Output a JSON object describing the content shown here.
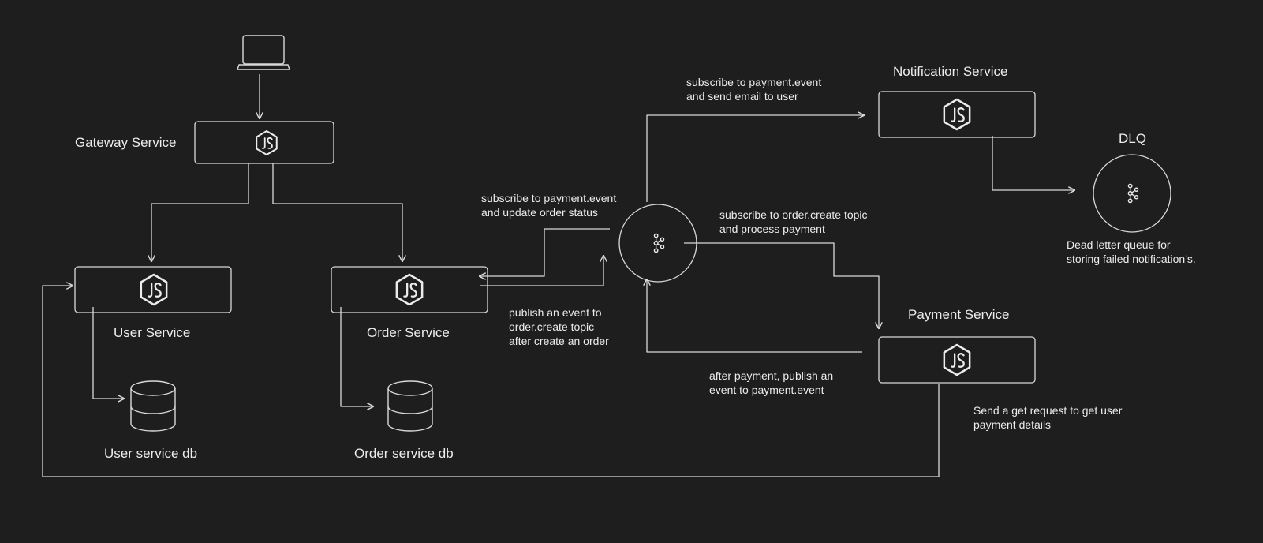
{
  "colors": {
    "background": "#1e1e1e",
    "stroke": "#d9d9d9",
    "text": "#ececec"
  },
  "nodes": {
    "gateway": {
      "label": "Gateway Service",
      "icon": "nodejs-icon"
    },
    "user": {
      "label": "User Service",
      "icon": "nodejs-icon"
    },
    "order": {
      "label": "Order Service",
      "icon": "nodejs-icon"
    },
    "notification": {
      "label": "Notification Service",
      "icon": "nodejs-icon"
    },
    "payment": {
      "label": "Payment Service",
      "icon": "nodejs-icon"
    },
    "kafka": {
      "icon": "kafka-icon"
    },
    "dlq": {
      "label": "DLQ",
      "icon": "kafka-icon"
    },
    "user_db": {
      "label": "User service db",
      "icon": "database-icon"
    },
    "order_db": {
      "label": "Order service db",
      "icon": "database-icon"
    },
    "client": {
      "icon": "laptop-icon"
    }
  },
  "annotations": {
    "order_status": [
      "subscribe to payment.event",
      "and update order status"
    ],
    "email": [
      "subscribe to payment.event",
      "and send email to user"
    ],
    "process_payment": [
      "subscribe to order.create topic",
      "and process payment"
    ],
    "publish_order": [
      "publish an event to",
      "order.create topic",
      "after create an order"
    ],
    "publish_payment": [
      "after payment, publish an",
      "event to payment.event"
    ],
    "get_request": [
      "Send a get request to get user",
      "payment details"
    ],
    "dlq_desc": [
      "Dead letter queue for",
      "storing failed notification's."
    ]
  }
}
